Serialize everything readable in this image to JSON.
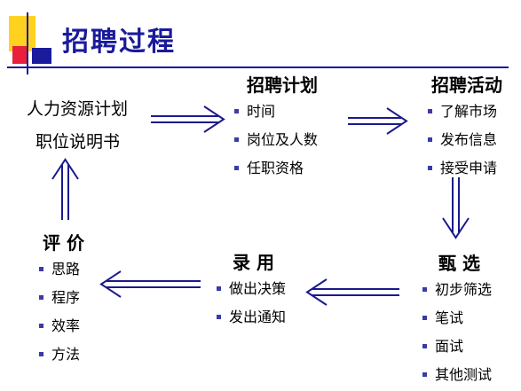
{
  "title": "招聘过程",
  "nodes": {
    "plan": {
      "lines": [
        "人力资源计划",
        "职位说明书"
      ]
    },
    "recruit_plan": {
      "title": "招聘计划",
      "items": [
        "时间",
        "岗位及人数",
        "任职资格"
      ]
    },
    "recruit_activity": {
      "title": "招聘活动",
      "items": [
        "了解市场",
        "发布信息",
        "接受申请"
      ]
    },
    "screening": {
      "title": "甄    选",
      "items": [
        "初步筛选",
        "笔试",
        "面试",
        "其他测试"
      ]
    },
    "hiring": {
      "title": "录    用",
      "items": [
        "做出决策",
        "发出通知"
      ]
    },
    "evaluation": {
      "title": "评    价",
      "items": [
        "思路",
        "程序",
        "效率",
        "方法"
      ]
    }
  },
  "colors": {
    "title": "#1a1a9c",
    "arrow": "#1a1a8c",
    "bullet": "#3a3aa8",
    "deco_yellow": "#ffd21f",
    "deco_red": "#e8203a",
    "deco_blue": "#1a1a9c"
  }
}
